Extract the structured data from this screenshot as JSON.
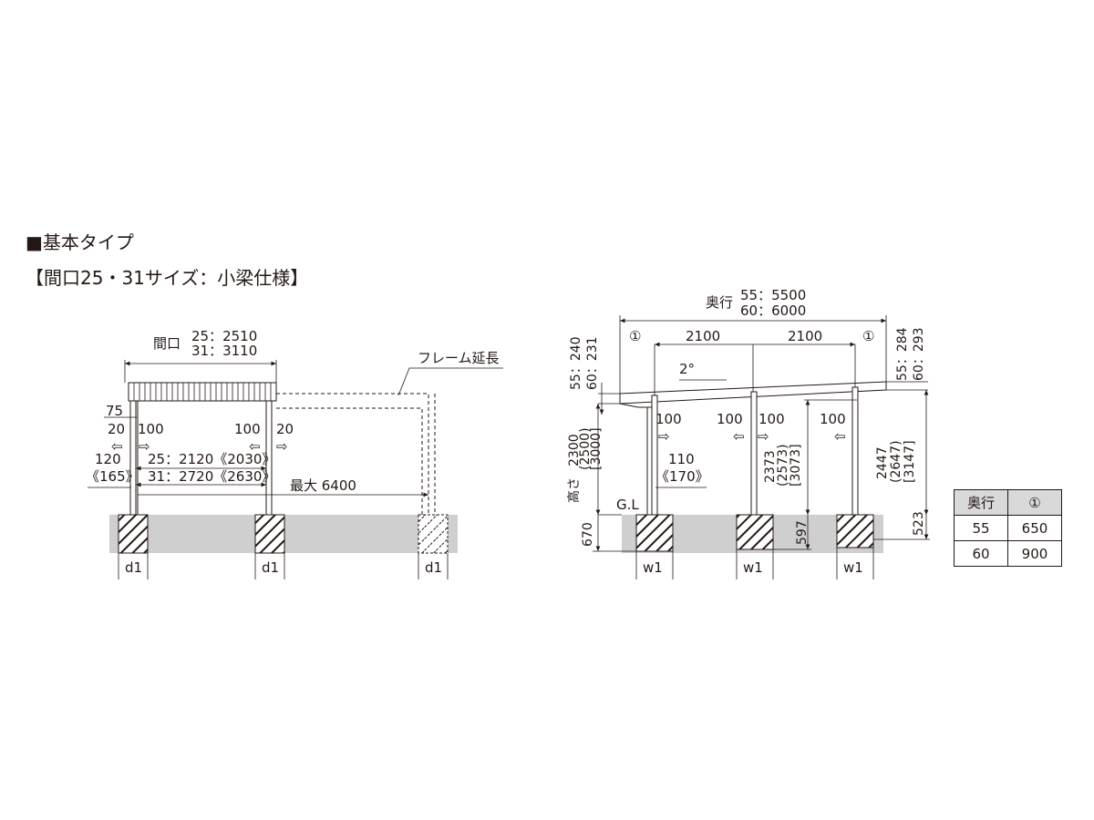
{
  "headings": {
    "title": "■基本タイプ",
    "subtitle": "【間口25・31サイズ：小梁仕様】"
  },
  "front": {
    "width_label": "間口",
    "width_25": "25：2510",
    "width_31": "31：3110",
    "frame_ext": "フレーム延長",
    "d75": "75",
    "d20_left": "20",
    "d100_left": "100",
    "d100_right": "100",
    "d20_right": "20",
    "d120": "120",
    "d165": "《165》",
    "inner_25": "25：2120《2030》",
    "inner_31": "31：2720《2630》",
    "max_len": "最大 6400",
    "d1_a": "d1",
    "d1_b": "d1",
    "d1_c": "d1"
  },
  "side": {
    "depth_label": "奥行",
    "depth_55": "55：5500",
    "depth_60": "60：6000",
    "marker_left": "①",
    "marker_right": "①",
    "span_1": "2100",
    "span_2": "2100",
    "left_top_55": "55：240",
    "left_top_60": "60：231",
    "right_top_55": "55：284",
    "right_top_60": "60：293",
    "slope": "2°",
    "h_2300": "2300",
    "h_2500": "(2500)",
    "h_3000": "[3000]",
    "h_label": "高さ",
    "p100_a": "100",
    "p100_b": "100",
    "p100_c": "100",
    "p100_d": "100",
    "d110": "110",
    "d170": "《170》",
    "m_2373": "2373",
    "m_2573": "(2573)",
    "m_3073": "[3073]",
    "r_2447": "2447",
    "r_2647": "(2647)",
    "r_3147": "[3147]",
    "gl": "G.L",
    "d670": "670",
    "d597": "597",
    "d523": "523",
    "w1_a": "w1",
    "w1_b": "w1",
    "w1_c": "w1"
  },
  "table": {
    "header": [
      "奥行",
      "①"
    ],
    "rows": [
      [
        "55",
        "650"
      ],
      [
        "60",
        "900"
      ]
    ]
  }
}
